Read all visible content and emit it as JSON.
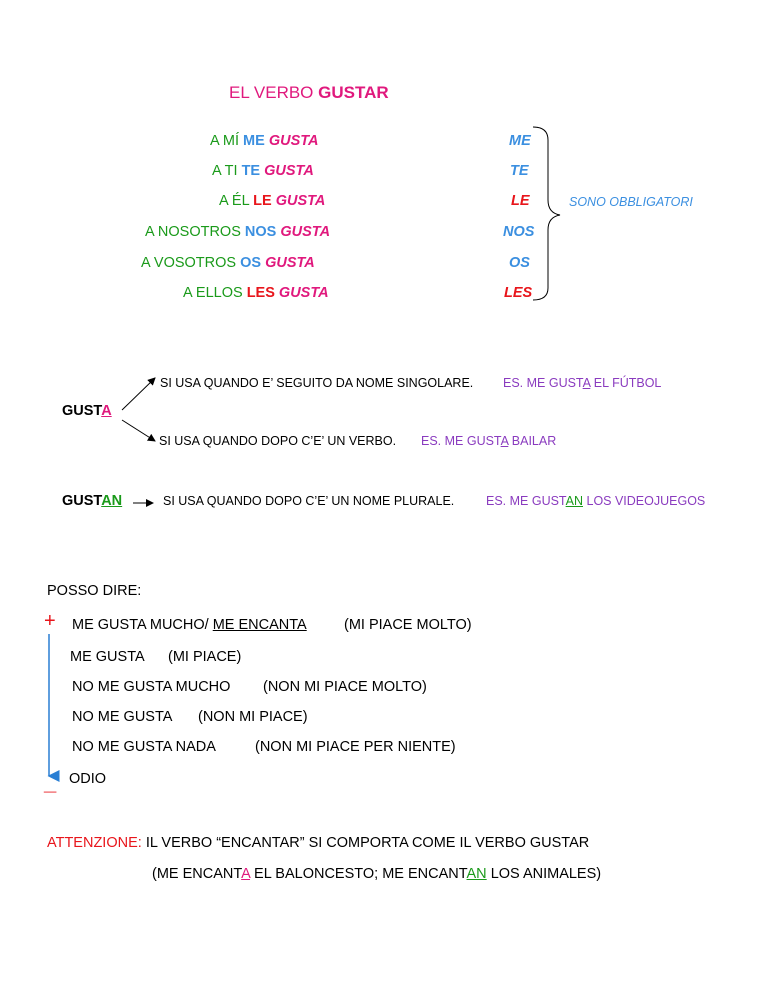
{
  "title": {
    "prefix": "EL VERBO ",
    "verb": "GUSTAR"
  },
  "pronoun_rows": [
    {
      "a": "A MÍ ",
      "pron": "ME",
      "verb": " GUSTA",
      "right": "ME"
    },
    {
      "a": "A TI ",
      "pron": "TE",
      "verb": " GUSTA",
      "right": "TE"
    },
    {
      "a": "A ÉL ",
      "pron": "LE",
      "verb": " GUSTA",
      "right": "LE"
    },
    {
      "a": "A NOSOTROS ",
      "pron": "NOS",
      "verb": " GUSTA",
      "right": "NOS"
    },
    {
      "a": "A VOSOTROS ",
      "pron": "OS",
      "verb": " GUSTA",
      "right": "OS"
    },
    {
      "a": "A ELLOS ",
      "pron": "LES",
      "verb": " GUSTA",
      "right": "LES"
    }
  ],
  "brace_note": "SONO OBBLIGATORI",
  "gusta": {
    "stem": "GUST",
    "ending": "A",
    "rule_singular": "SI USA QUANDO E’ SEGUITO DA NOME  SINGOLARE.",
    "example_singular": {
      "pre": "ES. ME GUST",
      "end": "A",
      "post": "  EL FÚTBOL"
    },
    "rule_verb": "SI USA QUANDO DOPO C’E’ UN VERBO.",
    "example_verb": {
      "pre": "ES. ME GUST",
      "end": "A",
      "post": " BAILAR"
    }
  },
  "gustan": {
    "stem": "GUST",
    "ending": "AN",
    "rule_plural": "SI USA QUANDO DOPO C’E’ UN NOME  PLURALE.",
    "example_plural": {
      "pre": "ES. ME GUST",
      "end": "AN",
      "post": "  LOS VIDEOJUEGOS"
    }
  },
  "posso_dire": "POSSO DIRE:",
  "plus_sign": "+",
  "minus_sign": "_",
  "scale": [
    {
      "es_pre": "ME GUSTA MUCHO/ ",
      "es_u": "ME ENCANTA",
      "it": "(MI PIACE MOLTO)"
    },
    {
      "es_pre": "ME GUSTA",
      "es_u": "",
      "it": "(MI PIACE)"
    },
    {
      "es_pre": "NO ME GUSTA  MUCHO",
      "es_u": "",
      "it": "(NON MI PIACE MOLTO)"
    },
    {
      "es_pre": "NO ME GUSTA",
      "es_u": "",
      "it": "(NON MI PIACE)"
    },
    {
      "es_pre": "NO ME GUSTA NADA",
      "es_u": "",
      "it": "(NON MI PIACE PER NIENTE)"
    },
    {
      "es_pre": "ODIO",
      "es_u": "",
      "it": ""
    }
  ],
  "attention": {
    "label": "ATTENZIONE:",
    "text": " IL VERBO “ENCANTAR”  SI COMPORTA COME IL VERBO GUSTAR",
    "ex1_pre": "(ME ENCANT",
    "ex1_end": "A",
    "ex1_mid": " EL BALONCESTO;  ME ENCANT",
    "ex2_end": "AN",
    "ex2_post": " LOS ANIMALES)"
  },
  "colors": {
    "pink": "#e0197d",
    "green": "#1a9a1a",
    "blue": "#3b8fe0",
    "red": "#e8151b",
    "purple": "#8a3bbf",
    "arrow_blue": "#2a7fd4"
  }
}
